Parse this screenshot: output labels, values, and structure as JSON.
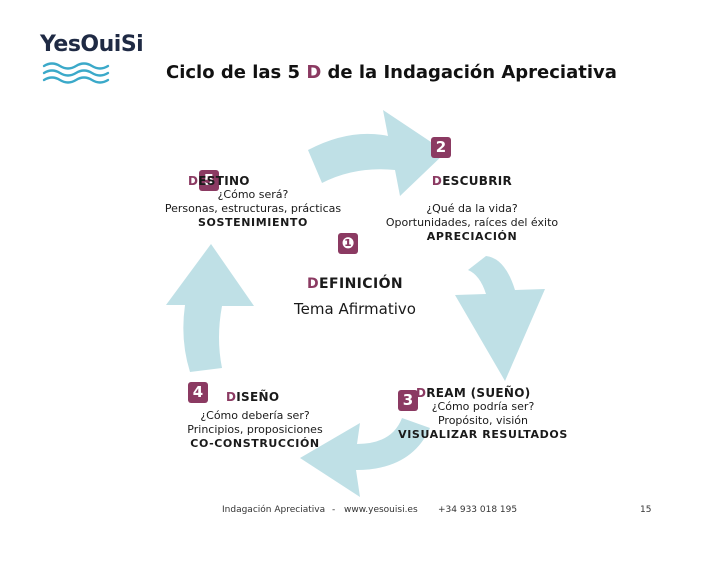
{
  "logo": {
    "text": "YesOuiSi"
  },
  "title": {
    "before": "Ciclo de las 5 ",
    "letter": "D",
    "after": " de la Indagación Apreciativa"
  },
  "center": {
    "letter": "D",
    "rest": "EFINICIÓN",
    "subtitle": "Tema Afirmativo",
    "number": "❶"
  },
  "stages": {
    "destino": {
      "number": "5",
      "letter": "D",
      "rest": "ESTINO",
      "question": "¿Cómo será?",
      "detail": "Personas, estructuras, prácticas",
      "keyword": "SOSTENIMIENTO"
    },
    "descubrir": {
      "number": "2",
      "letter": "D",
      "rest": "ESCUBRIR",
      "question": "¿Qué da la vida?",
      "detail": "Oportunidades, raíces del éxito",
      "keyword": "APRECIACIÓN"
    },
    "diseno": {
      "number": "4",
      "letter": "D",
      "rest": "ISEÑO",
      "question": "¿Cómo debería ser?",
      "detail": "Principios, proposiciones",
      "keyword": "CO-CONSTRUCCIÓN"
    },
    "dream": {
      "number": "3",
      "letter": "D",
      "rest": "REAM (SUEÑO)",
      "question": "¿Cómo podría ser?",
      "detail": "Propósito, visión",
      "keyword": "VISUALIZAR RESULTADOS"
    }
  },
  "footer": {
    "left": "Indagación Apreciativa",
    "sep": "-",
    "site": "www.yesouisi.es",
    "phone": "+34 933 018 195",
    "page": "15"
  },
  "colors": {
    "accent": "#8b3a62",
    "arrow": "#bfe0e6",
    "logo_waves": "#3ba9c9"
  }
}
